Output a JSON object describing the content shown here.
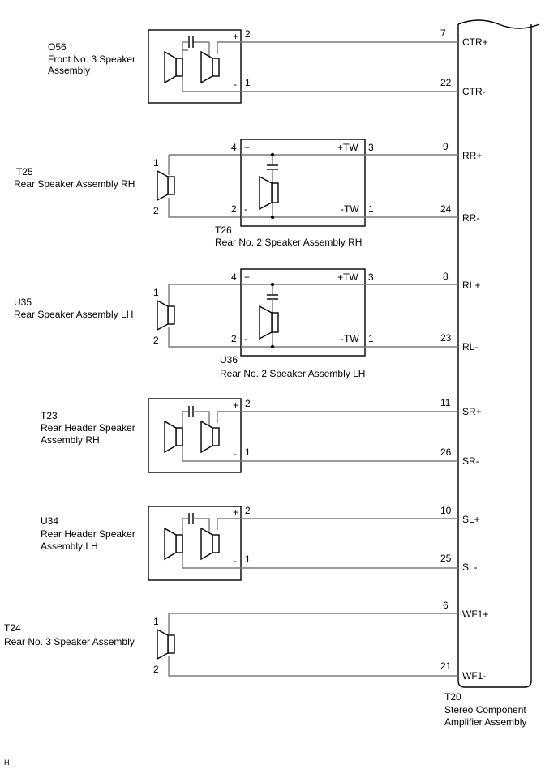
{
  "amplifier": {
    "code": "T20",
    "name_line1": "Stereo Component",
    "name_line2": "Amplifier Assembly",
    "terminals": [
      {
        "pin": "7",
        "label": "CTR+"
      },
      {
        "pin": "22",
        "label": "CTR-"
      },
      {
        "pin": "9",
        "label": "RR+"
      },
      {
        "pin": "24",
        "label": "RR-"
      },
      {
        "pin": "8",
        "label": "RL+"
      },
      {
        "pin": "23",
        "label": "RL-"
      },
      {
        "pin": "11",
        "label": "SR+"
      },
      {
        "pin": "26",
        "label": "SR-"
      },
      {
        "pin": "10",
        "label": "SL+"
      },
      {
        "pin": "25",
        "label": "SL-"
      },
      {
        "pin": "6",
        "label": "WF1+"
      },
      {
        "pin": "21",
        "label": "WF1-"
      }
    ]
  },
  "components": {
    "o56": {
      "code": "O56",
      "line1": "Front No. 3 Speaker",
      "line2": "Assembly",
      "pin_plus": "2",
      "pin_minus": "1",
      "sign_plus": "+",
      "sign_minus": "-"
    },
    "t25": {
      "code": "T25",
      "line1": "Rear Speaker Assembly RH",
      "pin_a": "1",
      "pin_b": "2"
    },
    "t26": {
      "code": "T26",
      "line1": "Rear No. 2 Speaker Assembly RH",
      "pin_in_plus": "4",
      "pin_in_minus": "2",
      "pin_out_plus": "3",
      "pin_out_minus": "1",
      "sign_plus": "+",
      "sign_minus": "-",
      "tw_plus": "+TW",
      "tw_minus": "-TW"
    },
    "u35": {
      "code": "U35",
      "line1": "Rear Speaker Assembly LH",
      "pin_a": "1",
      "pin_b": "2"
    },
    "u36": {
      "code": "U36",
      "line1": "Rear No. 2 Speaker Assembly LH",
      "pin_in_plus": "4",
      "pin_in_minus": "2",
      "pin_out_plus": "3",
      "pin_out_minus": "1",
      "sign_plus": "+",
      "sign_minus": "-",
      "tw_plus": "+TW",
      "tw_minus": "-TW"
    },
    "t23": {
      "code": "T23",
      "line1": "Rear Header Speaker",
      "line2": "Assembly RH",
      "pin_plus": "2",
      "pin_minus": "1",
      "sign_plus": "+",
      "sign_minus": "-"
    },
    "u34": {
      "code": "U34",
      "line1": "Rear Header Speaker",
      "line2": "Assembly LH",
      "pin_plus": "2",
      "pin_minus": "1",
      "sign_plus": "+",
      "sign_minus": "-"
    },
    "t24": {
      "code": "T24",
      "line1": "Rear No. 3 Speaker Assembly",
      "pin_a": "1",
      "pin_b": "2"
    }
  },
  "footer_mark": "H"
}
